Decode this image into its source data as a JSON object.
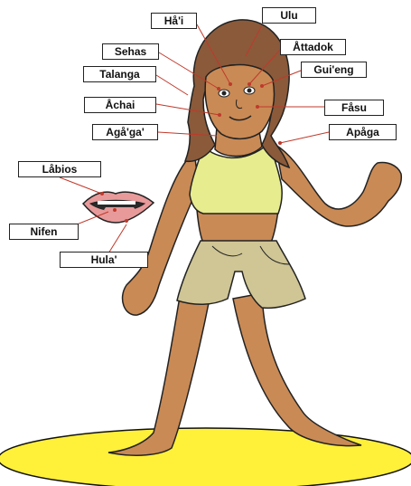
{
  "labels": {
    "hai": "Hå'i",
    "ulu": "Ulu",
    "sehas": "Sehas",
    "attadok": "Åttadok",
    "talanga": "Talanga",
    "guieng": "Gui'eng",
    "achai": "Åchai",
    "fasu": "Fåsu",
    "agaga": "Agå'ga'",
    "apaga": "Apåga",
    "labios": "Låbios",
    "nifen": "Nifen",
    "hula": "Hula'"
  },
  "colors": {
    "skin": "#c98a55",
    "hair": "#8a5a3a",
    "top": "#e7ec8e",
    "shorts": "#cfc595",
    "ground": "#fff03a",
    "pointer": "#c0392b",
    "lips": "#e89a9a"
  }
}
